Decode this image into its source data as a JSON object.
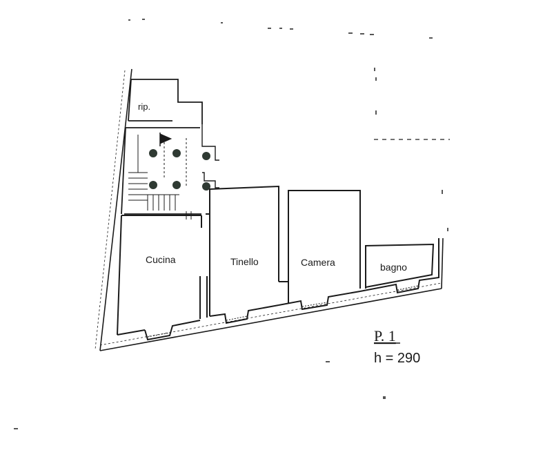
{
  "rooms": {
    "storage": "rip.",
    "kitchen": "Cucina",
    "dining": "Tinello",
    "bedroom": "Camera",
    "bathroom": "bagno"
  },
  "floor": {
    "label": "P. 1",
    "height": "h = 290"
  },
  "colors": {
    "ink": "#1a1a1a",
    "column": "#2f3a33",
    "background": "#ffffff"
  }
}
